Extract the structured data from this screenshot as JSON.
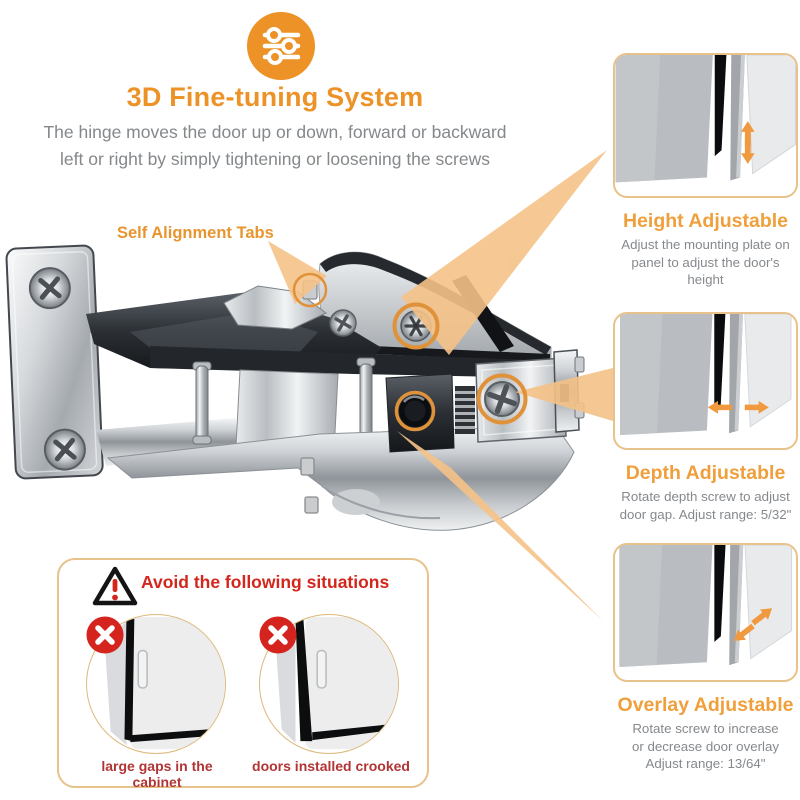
{
  "header": {
    "icon": "tuning-sliders-icon",
    "title": "3D Fine-tuning System",
    "subtitle_lines": [
      "The hinge moves the door up or down, forward or backward",
      "left or right by simply tightening or loosening the screws"
    ]
  },
  "hinge": {
    "label": "Self Alignment Tabs",
    "callouts": [
      "self-alignment-tab-circle",
      "height-screw-circle",
      "depth-screw-circle",
      "overlay-screw-circle"
    ]
  },
  "panels": [
    {
      "title": "Height Adjustable",
      "desc_lines": [
        "Adjust the mounting plate on",
        "panel to adjust the door's height"
      ]
    },
    {
      "title": "Depth Adjustable",
      "desc_lines": [
        "Rotate depth screw to adjust",
        "door gap. Adjust range: 5/32\""
      ]
    },
    {
      "title": "Overlay Adjustable",
      "desc_lines": [
        "Rotate screw to increase",
        "or decrease door overlay",
        "Adjust range: 13/64\""
      ]
    }
  ],
  "warning": {
    "title": "Avoid the following situations",
    "items": [
      {
        "label": "large gaps in the cabinet"
      },
      {
        "label": "doors installed crooked"
      }
    ]
  },
  "colors": {
    "accent_orange": "#ec9227",
    "label_orange": "#e8952f",
    "panel_title_orange": "#efa03c",
    "callout_ring": "#e0923a",
    "beam": "#f5c287",
    "arrow_orange": "#f0993f",
    "box_border": "#e7c28a",
    "warning_red": "#d3261c",
    "caption_red": "#b23434",
    "badge_red": "#d5231e",
    "body_gray": "#84888b"
  }
}
